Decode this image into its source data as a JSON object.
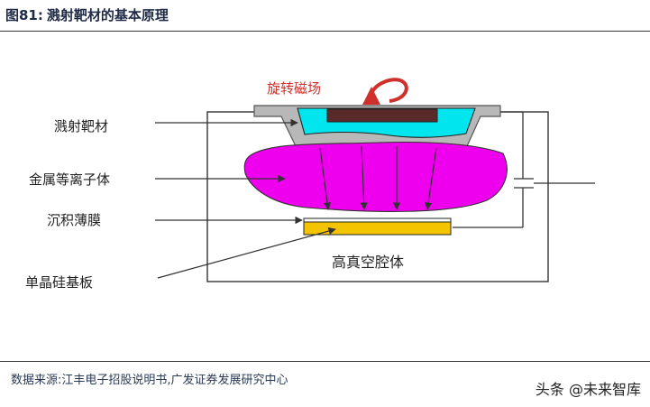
{
  "figure": {
    "number": "图81:",
    "title": "溅射靶材的基本原理"
  },
  "diagram": {
    "labels": {
      "magnetic_field": "旋转磁场",
      "target": "溅射靶材",
      "plasma": "金属等离子体",
      "film": "沉积薄膜",
      "substrate": "单晶硅基板",
      "chamber": "高真空腔体"
    },
    "colors": {
      "target_fill": "#00e5ee",
      "target_holder": "#b8b8b8",
      "magnet": "#5a2a2a",
      "plasma": "#ee00ee",
      "substrate": "#f5c400",
      "rotation_arrow": "#d0302c",
      "label_text": "#d0302c",
      "lines": "#333333"
    }
  },
  "footer": {
    "source": "数据来源:江丰电子招股说明书,广发证券发展研究中心",
    "watermark": "头条 @未来智库"
  }
}
